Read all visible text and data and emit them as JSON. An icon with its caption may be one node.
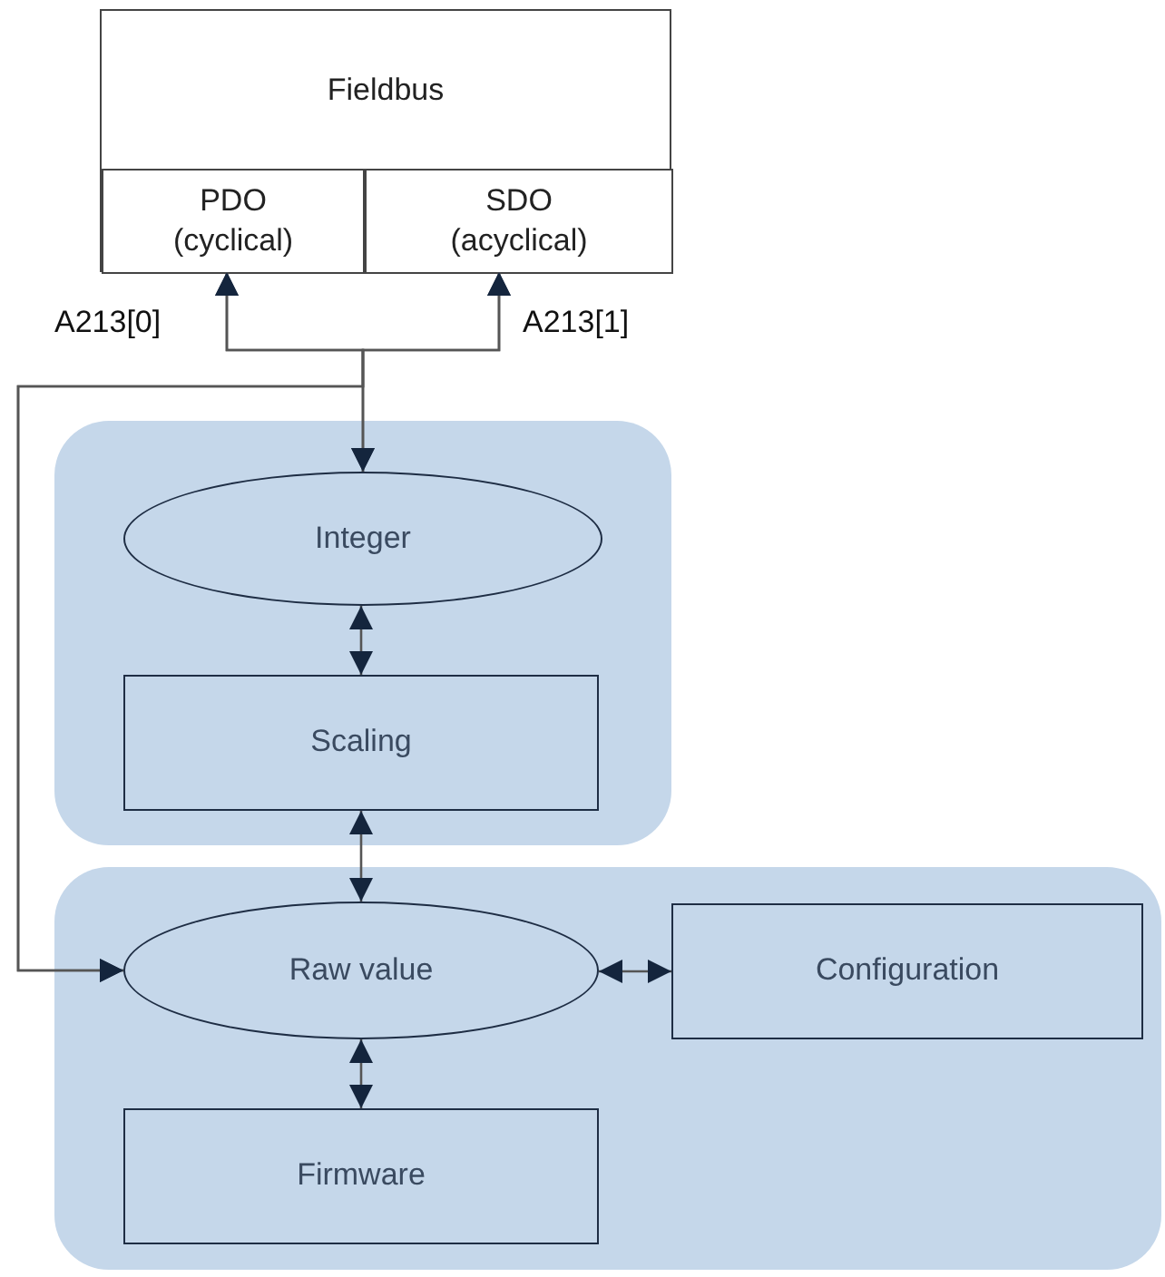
{
  "diagram": {
    "nodes": [
      {
        "text": [
          "Fieldbus"
        ]
      },
      {
        "text": [
          "PDO (cyclical)"
        ],
        "in": 0
      },
      {
        "text": [
          "SDO (acyclical)"
        ],
        "in": 0
      },
      {
        "text": [],
        "shape": "box"
      },
      {
        "text": [
          "Integer"
        ],
        "in": 3
      },
      {
        "text": [
          "Scaling"
        ],
        "in": 3
      },
      {
        "text": [],
        "shape": "box"
      },
      {
        "text": [
          "Raw value"
        ],
        "in": 6
      },
      {
        "text": [
          "Configuration"
        ],
        "in": 6
      },
      {
        "text": [
          "Firmware"
        ],
        "in": 6
      }
    ],
    "edges": [
      {
        "from": 4,
        "to": 1,
        "arrow": "both"
      },
      {
        "from": 4,
        "to": 2,
        "arrow": "both"
      },
      {
        "from": 7,
        "to": 1,
        "arrow": "both"
      },
      {
        "from": 7,
        "to": 2,
        "arrow": "both"
      },
      {
        "from": 4,
        "to": 5,
        "arrow": "both"
      },
      {
        "from": 5,
        "to": 7,
        "arrow": "both"
      },
      {
        "from": 7,
        "to": 8,
        "arrow": "both"
      },
      {
        "from": 7,
        "to": 9,
        "arrow": "both"
      }
    ],
    "labels": [
      "A213[0]",
      "A213[1]"
    ]
  }
}
